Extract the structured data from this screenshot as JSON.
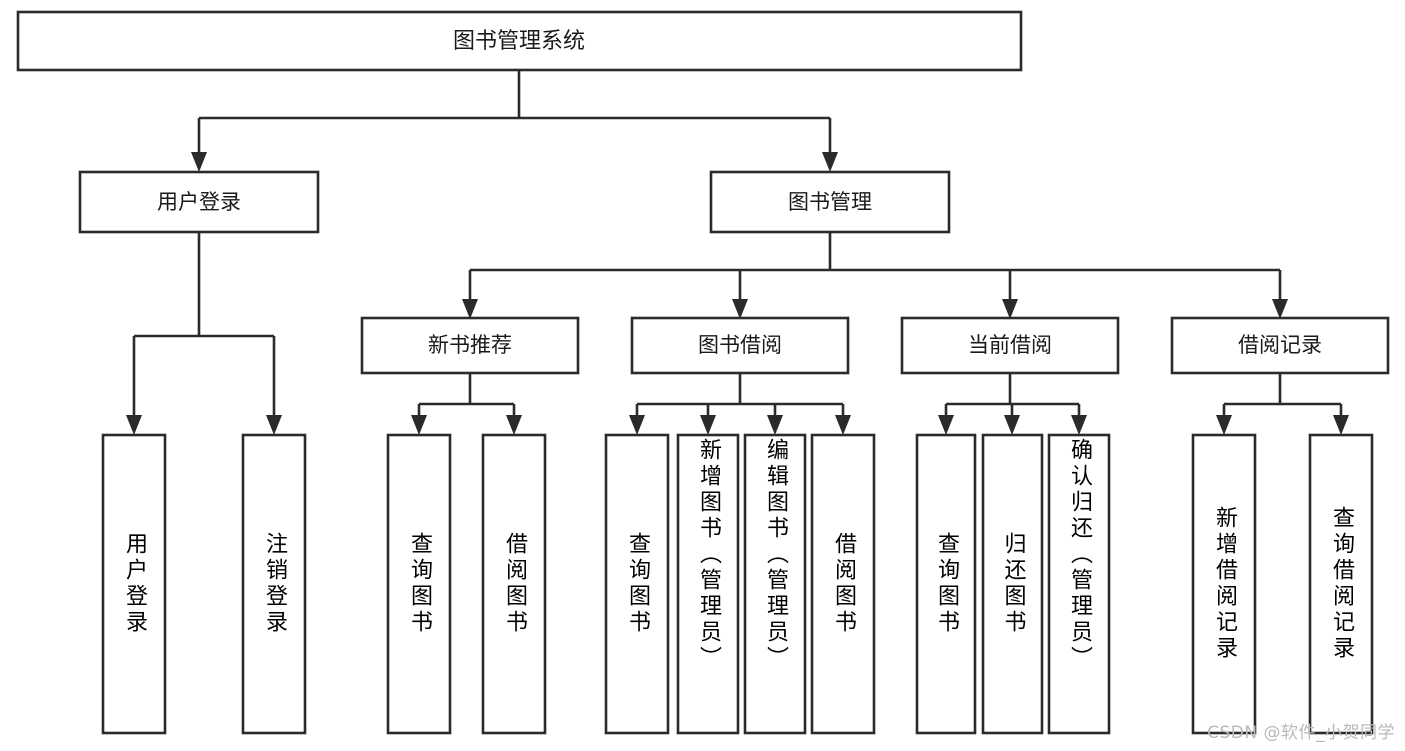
{
  "diagram": {
    "type": "tree",
    "title": "图书管理系统",
    "root": {
      "id": "root",
      "label": "图书管理系统"
    },
    "level1": [
      {
        "id": "user-login",
        "label": "用户登录"
      },
      {
        "id": "book-manage",
        "label": "图书管理"
      }
    ],
    "level2": [
      {
        "id": "new-book-rec",
        "label": "新书推荐",
        "parent": "book-manage"
      },
      {
        "id": "book-borrow",
        "label": "图书借阅",
        "parent": "book-manage"
      },
      {
        "id": "current-borrow",
        "label": "当前借阅",
        "parent": "book-manage"
      },
      {
        "id": "borrow-record",
        "label": "借阅记录",
        "parent": "book-manage"
      }
    ],
    "leaves": {
      "user-login": [
        {
          "id": "leaf-user-login",
          "label": "用户登录"
        },
        {
          "id": "leaf-logout",
          "label": "注销登录"
        }
      ],
      "new-book-rec": [
        {
          "id": "leaf-query-book-1",
          "label": "查询图书"
        },
        {
          "id": "leaf-borrow-book-1",
          "label": "借阅图书"
        }
      ],
      "book-borrow": [
        {
          "id": "leaf-query-book-2",
          "label": "查询图书"
        },
        {
          "id": "leaf-add-book",
          "label": "新增图书（管理员）"
        },
        {
          "id": "leaf-edit-book",
          "label": "编辑图书（管理员）"
        },
        {
          "id": "leaf-borrow-book-2",
          "label": "借阅图书"
        }
      ],
      "current-borrow": [
        {
          "id": "leaf-query-book-3",
          "label": "查询图书"
        },
        {
          "id": "leaf-return-book",
          "label": "归还图书"
        },
        {
          "id": "leaf-confirm-return",
          "label": "确认归还（管理员）"
        }
      ],
      "borrow-record": [
        {
          "id": "leaf-add-record",
          "label": "新增借阅记录"
        },
        {
          "id": "leaf-query-record",
          "label": "查询借阅记录"
        }
      ]
    }
  },
  "watermark": {
    "text": "CSDN @软件_小贺同学"
  },
  "colors": {
    "stroke": "#2b2b2b",
    "box_fill": "#ffffff",
    "text": "#1a1a1a",
    "watermark": "#b9b9b9",
    "background": "#ffffff"
  }
}
